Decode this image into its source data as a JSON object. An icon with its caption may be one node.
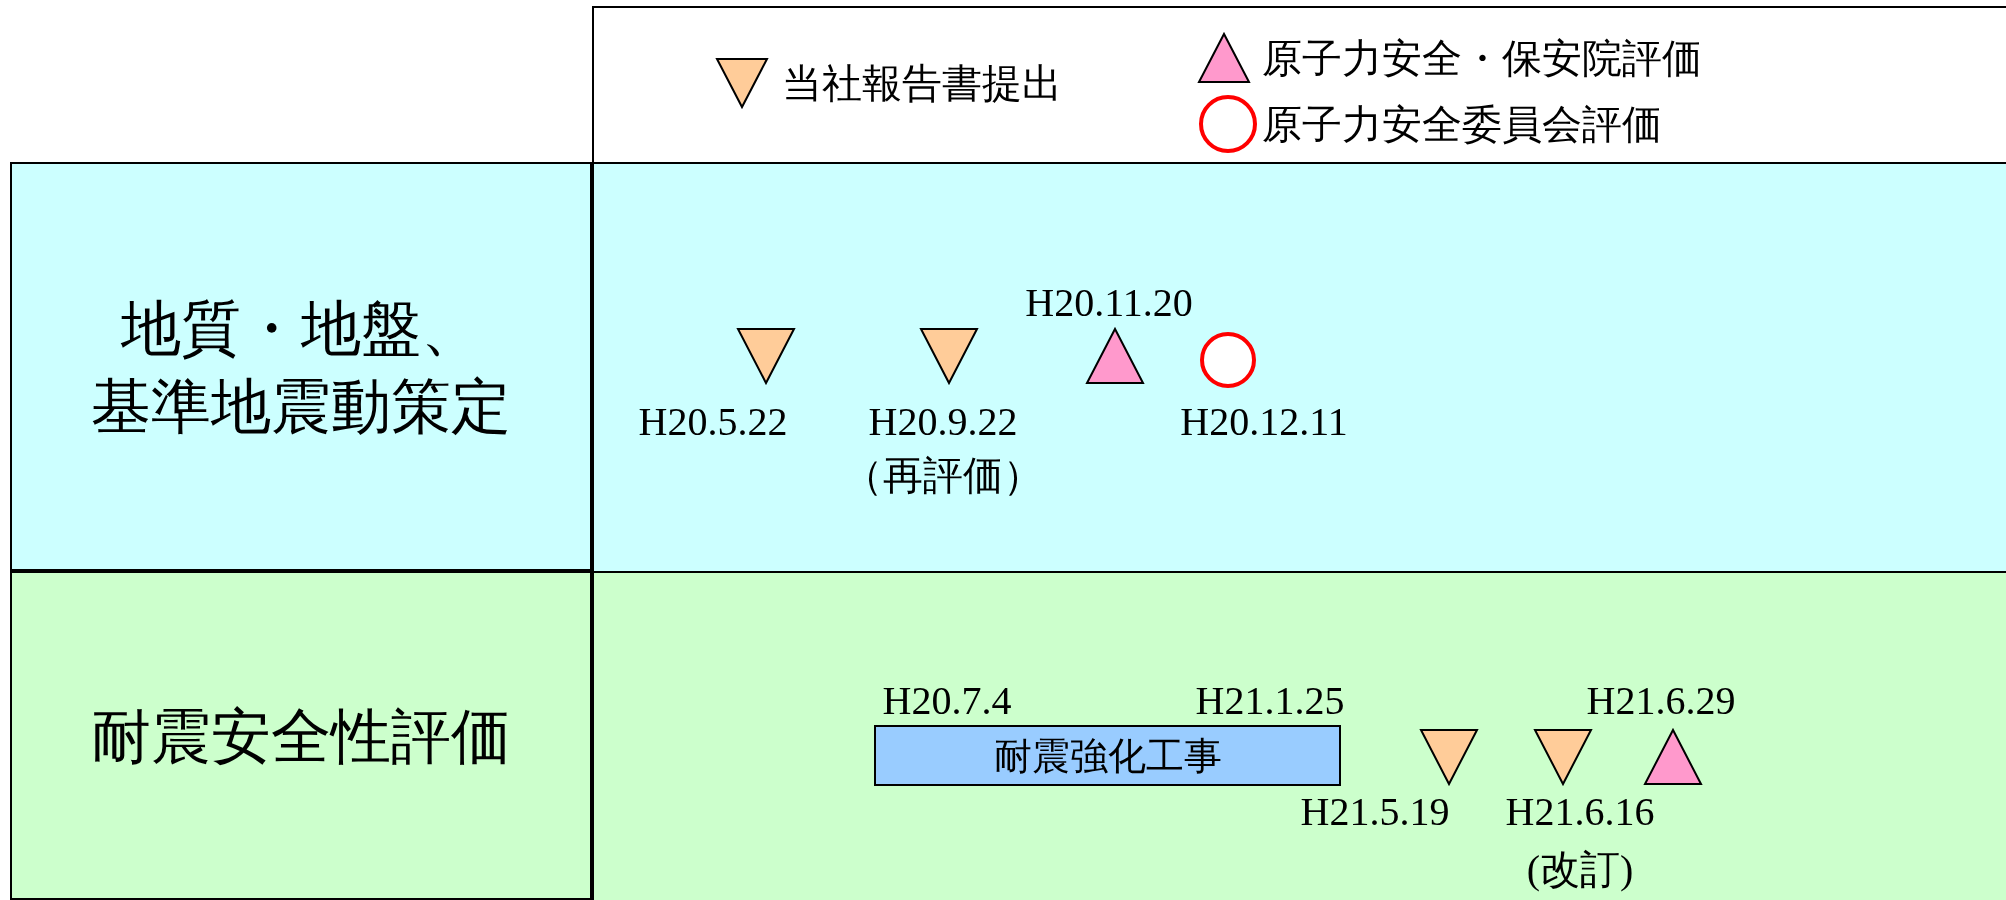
{
  "diagram": {
    "nodes": [
      {
        "text": [
          "地質・地盤、基準地震動策定"
        ]
      },
      {
        "text": [],
        "shape": "box"
      },
      {
        "text": [],
        "shape": "down-triangle",
        "in": 1,
        "beside": [
          "H20.5.22"
        ]
      },
      {
        "text": [],
        "shape": "down-triangle",
        "in": 1,
        "beside": [
          "H20.9.22",
          "（再評価）"
        ]
      },
      {
        "text": [],
        "shape": "triangle",
        "in": 1,
        "beside": [
          "H20.11.20"
        ]
      },
      {
        "text": [],
        "shape": "circle",
        "in": 1,
        "beside": [
          "H20.12.11"
        ]
      },
      {
        "text": [
          "耐震安全性評価"
        ]
      },
      {
        "text": [],
        "shape": "box"
      },
      {
        "text": [
          "耐震強化工事"
        ],
        "in": 7,
        "beside": [
          "H20.7.4",
          "H21.1.25"
        ]
      },
      {
        "text": [],
        "shape": "down-triangle",
        "in": 7,
        "beside": [
          "H21.5.19"
        ]
      },
      {
        "text": [],
        "shape": "down-triangle",
        "in": 7,
        "beside": [
          "H21.6.16",
          "(改訂)"
        ]
      },
      {
        "text": [],
        "shape": "triangle",
        "in": 7,
        "beside": [
          "H21.6.29"
        ]
      }
    ],
    "legend": [
      {
        "text": "当社報告書提出"
      },
      {
        "text": "原子力安全・保安院評価"
      },
      {
        "text": "原子力安全委員会評価"
      }
    ]
  }
}
